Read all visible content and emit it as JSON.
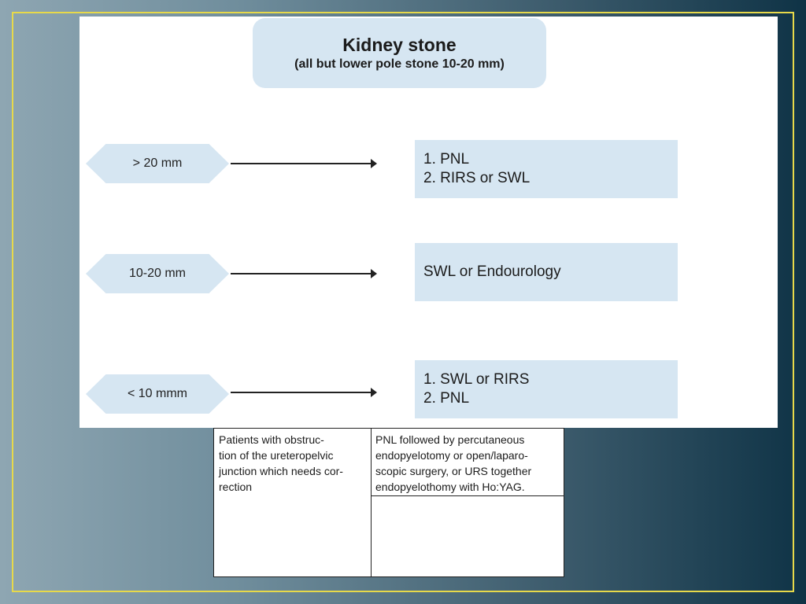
{
  "title": {
    "main": "Kidney stone",
    "sub": "(all but lower pole stone 10-20 mm)"
  },
  "rows": [
    {
      "size": "> 20 mm",
      "lines": [
        "1. PNL",
        "2. RIRS or SWL"
      ]
    },
    {
      "size": "10-20 mm",
      "lines": [
        "SWL or Endourology"
      ]
    },
    {
      "size": "< 10 mmm",
      "lines": [
        "1. SWL or RIRS",
        "2. PNL"
      ]
    }
  ],
  "table": {
    "left_cell": [
      "Patients with obstruc-",
      "tion of the ureteropelvic",
      "junction which needs cor-",
      "rection"
    ],
    "right_cell": [
      "PNL followed by percutaneous",
      "endopyelotomy or open/laparo-",
      "scopic surgery, or URS together",
      "endopyelothomy with Ho:YAG."
    ]
  },
  "colors": {
    "box_fill": "#d6e6f2",
    "frame_border": "#e7d94a",
    "background_left": "#8ea6b2",
    "background_right": "#0f3346"
  }
}
